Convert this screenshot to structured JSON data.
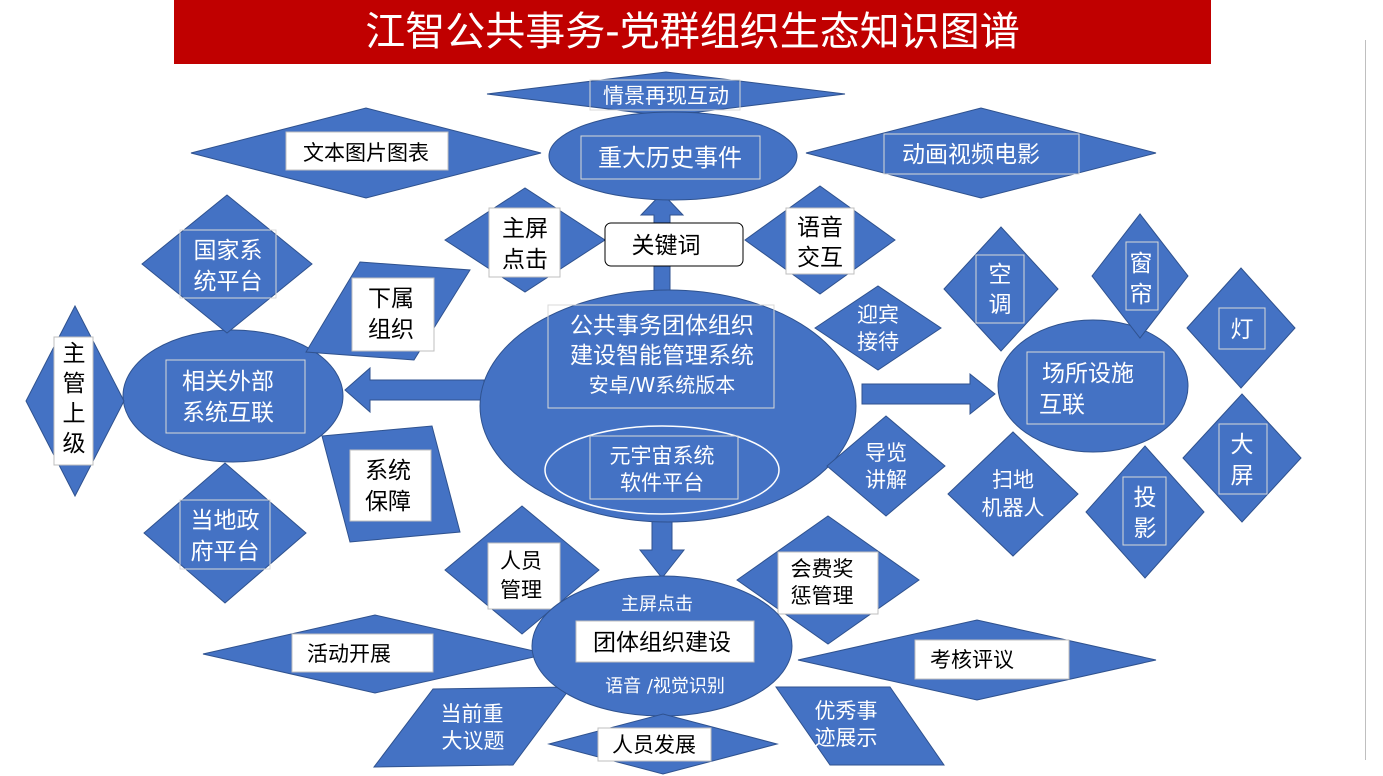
{
  "title": "江智公共事务-党群组织生态知识图谱",
  "colors": {
    "title_bg": "#c00000",
    "shape_fill": "#4472c4",
    "shape_stroke": "#2f528f",
    "text_light": "#ffffff",
    "text_dark": "#000000"
  },
  "center": {
    "line1": "公共事务团体组织",
    "line2": "建设智能管理系统",
    "line3": "安卓/W系统版本",
    "metaverse1": "元宇宙系统",
    "metaverse2": "软件平台"
  },
  "keyword": "关键词",
  "top": {
    "hub": "重大历史事件",
    "scene": "情景再现互动",
    "text_media": "文本图片图表",
    "video": "动画视频电影",
    "touch1": "主屏",
    "touch2": "点击",
    "voice1": "语音",
    "voice2": "交互"
  },
  "left": {
    "hub1": "相关外部",
    "hub2": "系统互联",
    "national1": "国家系",
    "national2": "统平台",
    "sub1": "下属",
    "sub2": "组织",
    "superior": [
      "主",
      "管",
      "上",
      "级"
    ],
    "local1": "当地政",
    "local2": "府平台",
    "guarantee1": "系统",
    "guarantee2": "保障"
  },
  "right": {
    "hub1": "场所设施",
    "hub2": "互联",
    "welcome1": "迎宾",
    "welcome2": "接待",
    "guide1": "导览",
    "guide2": "讲解",
    "ac1": "空",
    "ac2": "调",
    "curtain1": "窗",
    "curtain2": "帘",
    "light": "灯",
    "screen1": "大",
    "screen2": "屏",
    "projector1": "投",
    "projector2": "影",
    "robot1": "扫地",
    "robot2": "机器人"
  },
  "bottom": {
    "hub": "团体组织建设",
    "touch": "主屏点击",
    "voice": "语音 /视觉识别",
    "personnel1": "人员",
    "personnel2": "管理",
    "fees1": "会费奖",
    "fees2": "惩管理",
    "activity": "活动开展",
    "review": "考核评议",
    "issues1": "当前重",
    "issues2": "大议题",
    "development": "人员发展",
    "excellent1": "优秀事",
    "excellent2": "迹展示"
  }
}
